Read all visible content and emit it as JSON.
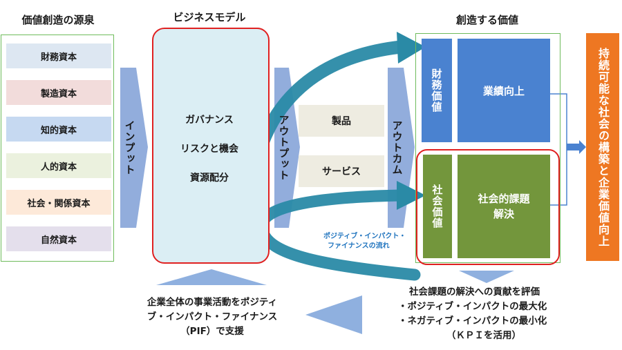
{
  "headers": {
    "sources": "価値創造の源泉",
    "business_model": "ビジネスモデル",
    "created_value": "創造する価値"
  },
  "capitals": [
    "財務資本",
    "製造資本",
    "知的資本",
    "人的資本",
    "社会・関係資本",
    "自然資本"
  ],
  "arrows": {
    "input": "インプット",
    "output": "アウトプット",
    "outcome": "アウトカム"
  },
  "business_model_items": [
    "ガバナンス",
    "リスクと機会",
    "資源配分"
  ],
  "outputs": [
    "製品",
    "サービス"
  ],
  "value": {
    "financial_label": "財務価値",
    "financial_box": "業績向上",
    "social_label": "社会価値",
    "social_box_line1": "社会的課題",
    "social_box_line2": "解決"
  },
  "sustainable": "持続可能な社会の構築と企業価値向上",
  "pif_flow_line1": "ポジティブ・インパクト・",
  "pif_flow_line2": "ファイナンスの流れ",
  "support_text_line1": "企業全体の事業活動をポジティ",
  "support_text_line2": "ブ・インパクト・ファイナンス",
  "support_text_line3": "（PIF）で支援",
  "evaluation": {
    "line1": "社会課題の解決への貢献を評価",
    "line2": "・ポジティブ・インパクトの最大化",
    "line3": "・ネガティブ・インパクトの最小化",
    "line4": "（ＫＰＩを活用）"
  },
  "colors": {
    "green_frame": "#6dbb5a",
    "red_frame": "#e02020",
    "arrow_blue": "#7f9fd6",
    "teal": "#2a8aa6",
    "financial_blue": "#4a82d0",
    "social_green": "#73963c",
    "orange": "#ee7722"
  }
}
